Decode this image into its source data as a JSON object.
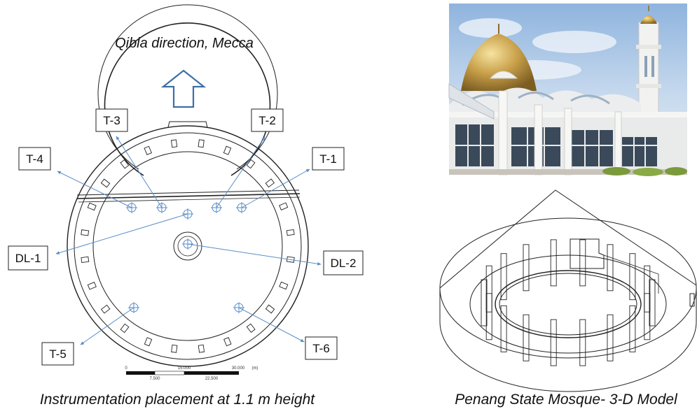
{
  "left_panel": {
    "top_caption": "Qibla direction, Mecca",
    "bottom_caption": "Instrumentation placement at 1.1 m height",
    "sensors": {
      "t3": "T-3",
      "t2": "T-2",
      "t4": "T-4",
      "t1": "T-1",
      "dl1": "DL-1",
      "dl2": "DL-2",
      "t5": "T-5",
      "t6": "T-6"
    },
    "scale_bar": {
      "top_ticks": [
        "0",
        "15.000",
        "30.000"
      ],
      "unit": "(m)",
      "bottom_ticks": [
        "7.500",
        "22.500"
      ]
    }
  },
  "right_panel": {
    "bottom_caption": "Penang State Mosque- 3-D Model"
  },
  "colors": {
    "arrow": "#3e6fa5",
    "leader": "#5a8ec8",
    "drawing": "#222222"
  }
}
